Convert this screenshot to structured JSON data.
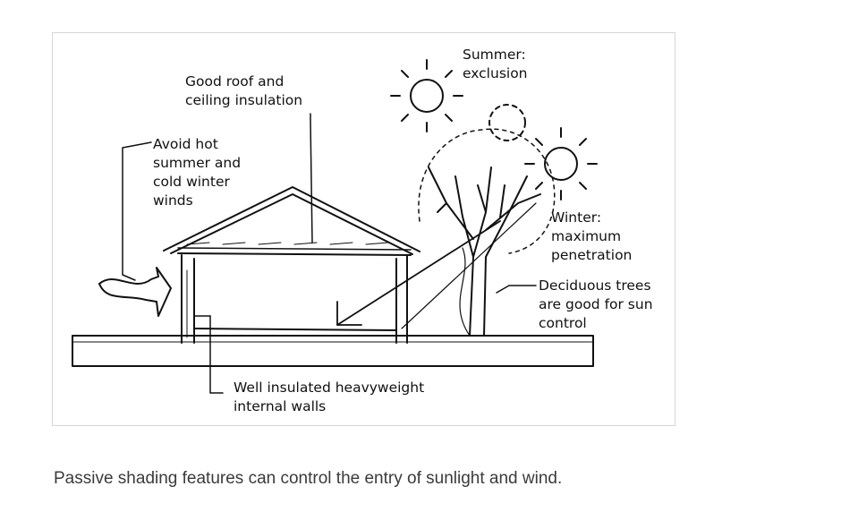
{
  "labels": {
    "roof": [
      "Good roof and",
      "ceiling insulation"
    ],
    "winds": [
      "Avoid hot",
      "summer and",
      "cold winter",
      "winds"
    ],
    "summer": [
      "Summer:",
      "exclusion"
    ],
    "winter": [
      "Winter:",
      "maximum",
      "penetration"
    ],
    "trees": [
      "Deciduous trees",
      "are good for sun",
      "control"
    ],
    "walls": [
      "Well insulated heavyweight",
      "internal walls"
    ]
  },
  "caption": "Passive shading features can control the entry of sunlight and wind.",
  "colors": {
    "ink": "#111111",
    "caption": "#3b3b3b",
    "frame": "#d6d6d6"
  }
}
